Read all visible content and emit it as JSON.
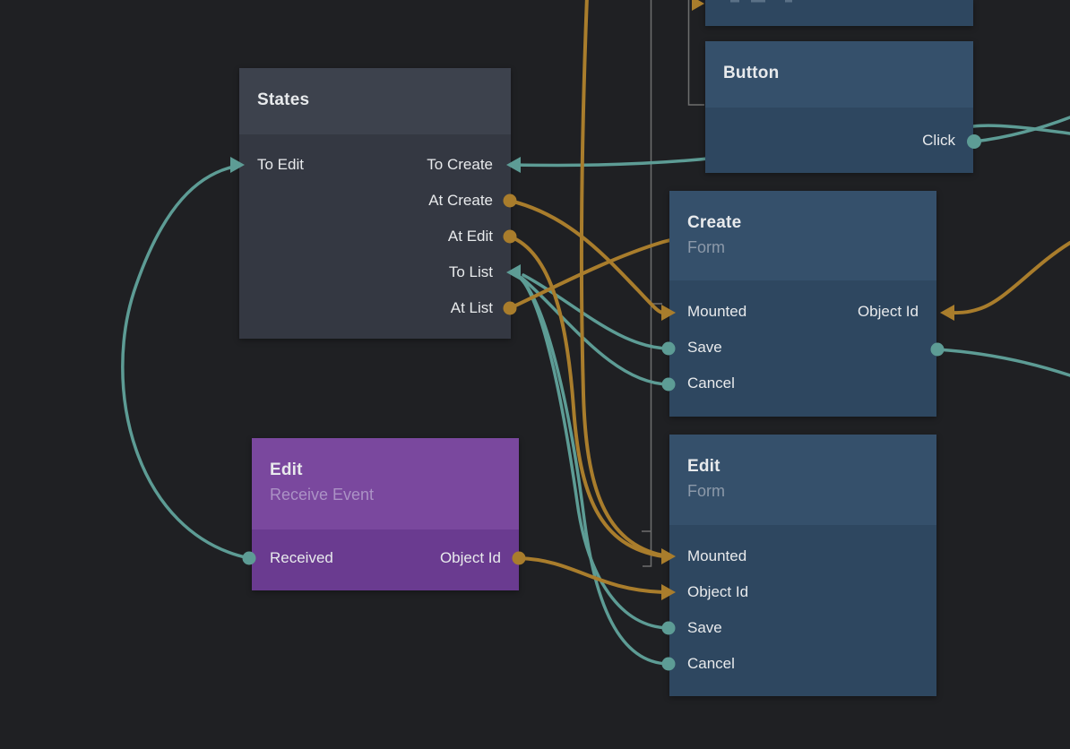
{
  "app": {
    "name": "node-graph-editor",
    "background": "#1f2023"
  },
  "colors": {
    "teal_wire": "#5d9c95",
    "orange_wire": "#a97d2c",
    "slate_node_header": "#3d424d",
    "blue_node_header": "#35506b",
    "purple_node_header": "#7a489e"
  },
  "nodes": {
    "states": {
      "title": "States",
      "ports": {
        "to_edit": "To Edit",
        "to_create": "To Create",
        "at_create": "At Create",
        "at_edit": "At Edit",
        "to_list": "To List",
        "at_list": "At List"
      }
    },
    "button": {
      "title": "Button",
      "ports": {
        "click": "Click"
      }
    },
    "create_form": {
      "title": "Create",
      "subtitle": "Form",
      "ports": {
        "mounted": "Mounted",
        "object_id": "Object Id",
        "save": "Save",
        "cancel": "Cancel"
      }
    },
    "edit_event": {
      "title": "Edit",
      "subtitle": "Receive Event",
      "ports": {
        "received": "Received",
        "object_id": "Object Id"
      }
    },
    "edit_form": {
      "title": "Edit",
      "subtitle": "Form",
      "ports": {
        "mounted": "Mounted",
        "object_id": "Object Id",
        "save": "Save",
        "cancel": "Cancel"
      }
    }
  },
  "connections": [
    {
      "from": "offscreen-right",
      "to": "states.to_create",
      "color": "teal"
    },
    {
      "from": "button.click",
      "to": "offscreen-right",
      "color": "teal"
    },
    {
      "from": "states.at_create",
      "to": "create_form.mounted",
      "color": "orange"
    },
    {
      "from": "states.at_edit",
      "to": "edit_form.mounted",
      "color": "orange"
    },
    {
      "from": "offscreen-top",
      "to": "edit_form.mounted",
      "color": "orange"
    },
    {
      "from": "states.at_list",
      "to": "offscreen-behind-create",
      "color": "orange"
    },
    {
      "from": "create_form.save",
      "to": "states.to_list",
      "color": "teal"
    },
    {
      "from": "create_form.cancel",
      "to": "states.to_list",
      "color": "teal"
    },
    {
      "from": "edit_form.save",
      "to": "states.to_list",
      "color": "teal"
    },
    {
      "from": "edit_form.cancel",
      "to": "states.to_list",
      "color": "teal"
    },
    {
      "from": "edit_event.received",
      "to": "states.to_edit",
      "color": "teal"
    },
    {
      "from": "edit_event.object_id",
      "to": "edit_form.object_id",
      "color": "orange"
    },
    {
      "from": "offscreen-right",
      "to": "create_form.object_id",
      "color": "orange"
    },
    {
      "from": "create_form.output",
      "to": "offscreen-right",
      "color": "teal"
    }
  ]
}
